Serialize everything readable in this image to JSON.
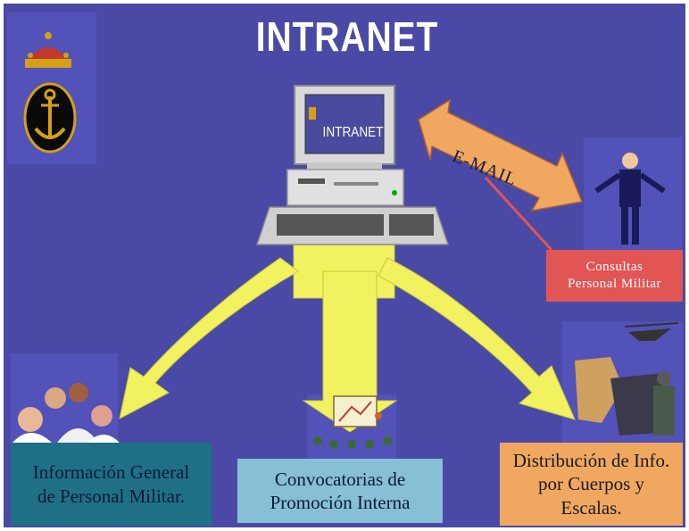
{
  "title": "INTRANET",
  "monitor_label": "INTRANET",
  "email_label": "E-MAIL",
  "consultas": {
    "line1": "Consultas",
    "line2": "Personal Militar"
  },
  "boxes": {
    "left": "Información General de Personal Militar.",
    "middle": "Convocatorias de Promoción Interna",
    "right": "Distribución de Info. por Cuerpos y Escalas."
  },
  "colors": {
    "background": "#4a4aa6",
    "arrows": "#f2f260",
    "email_arrow": "#f0a860",
    "box_left": "#1f6f86",
    "box_middle": "#86bfd6",
    "box_right": "#f0a860",
    "box_consultas": "#e25555"
  },
  "icons": [
    "crown-icon",
    "anchor-emblem-icon",
    "computer-icon",
    "keyboard-icon",
    "person-icon",
    "people-group-icon",
    "presentation-icon",
    "military-collage-icon"
  ]
}
